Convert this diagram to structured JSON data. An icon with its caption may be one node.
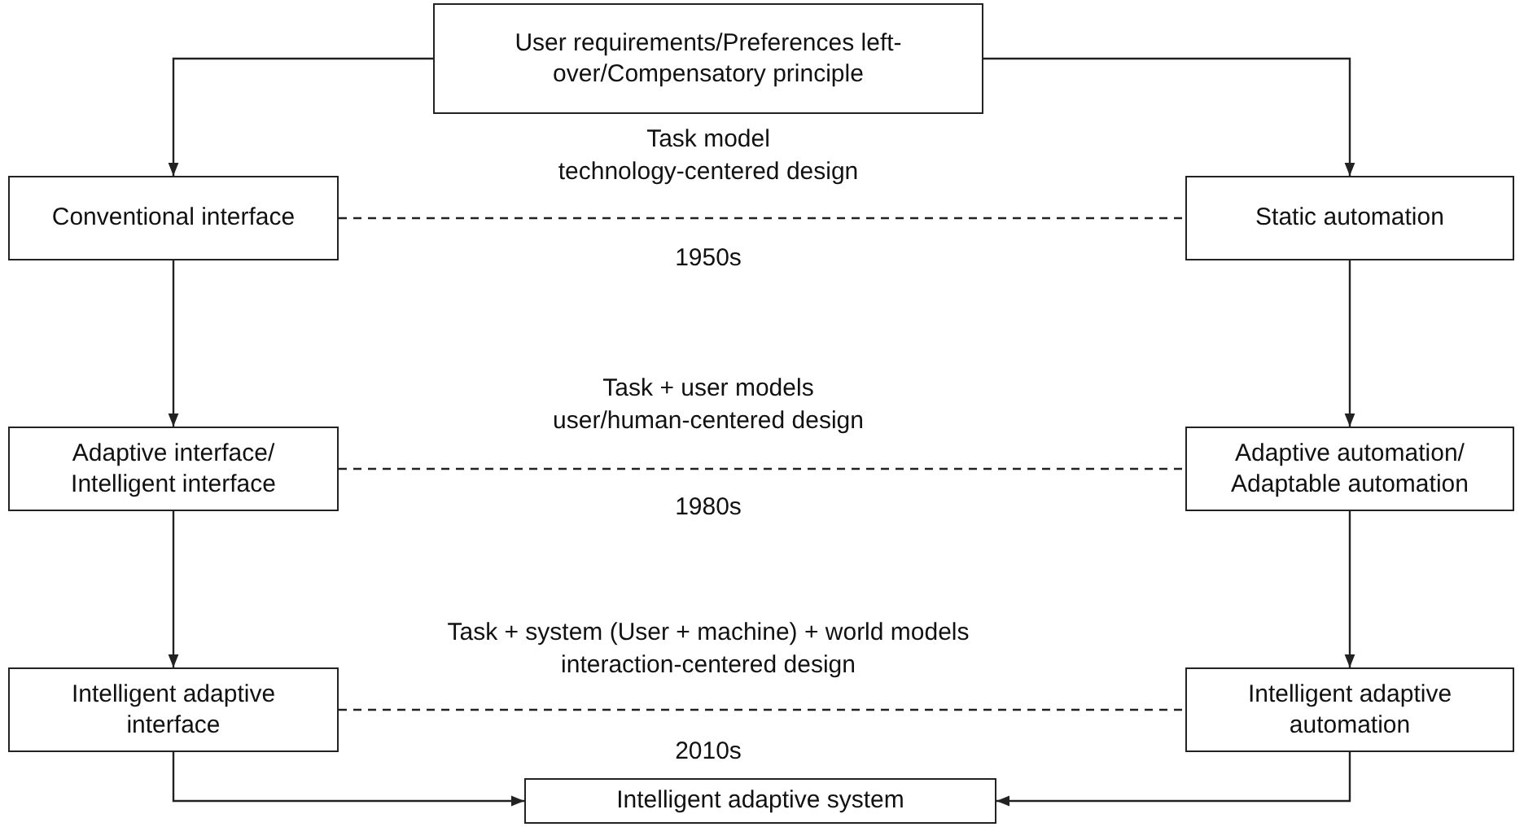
{
  "diagram": {
    "nodes": [
      {
        "text": [
          "User requirements/Preferences left-over/Compensatory principle"
        ]
      },
      {
        "text": [
          "Conventional interface"
        ]
      },
      {
        "text": [
          "Static automation"
        ]
      },
      {
        "text": [
          "Adaptive interface/ Intelligent interface"
        ]
      },
      {
        "text": [
          "Adaptive automation/ Adaptable automation"
        ]
      },
      {
        "text": [
          "Intelligent adaptive interface"
        ]
      },
      {
        "text": [
          "Intelligent adaptive automation"
        ]
      },
      {
        "text": [
          "Intelligent adaptive system"
        ]
      }
    ],
    "edges": [
      {
        "from": 0,
        "to": 1,
        "arrow": "to"
      },
      {
        "from": 0,
        "to": 2,
        "arrow": "to"
      },
      {
        "from": 1,
        "to": 2,
        "arrow": "none",
        "style": "dashed"
      },
      {
        "from": 1,
        "to": 3,
        "arrow": "to"
      },
      {
        "from": 2,
        "to": 4,
        "arrow": "to"
      },
      {
        "from": 3,
        "to": 4,
        "arrow": "none",
        "style": "dashed"
      },
      {
        "from": 3,
        "to": 5,
        "arrow": "to"
      },
      {
        "from": 4,
        "to": 6,
        "arrow": "to"
      },
      {
        "from": 5,
        "to": 6,
        "arrow": "none",
        "style": "dashed"
      },
      {
        "from": 5,
        "to": 7,
        "arrow": "to"
      },
      {
        "from": 6,
        "to": 7,
        "arrow": "to"
      }
    ],
    "labels": [
      "Task model",
      "technology-centered design",
      "1950s",
      "Task + user models",
      "user/human-centered design",
      "1980s",
      "Task + system (User + machine) + world models",
      "interaction-centered design",
      "2010s"
    ]
  }
}
